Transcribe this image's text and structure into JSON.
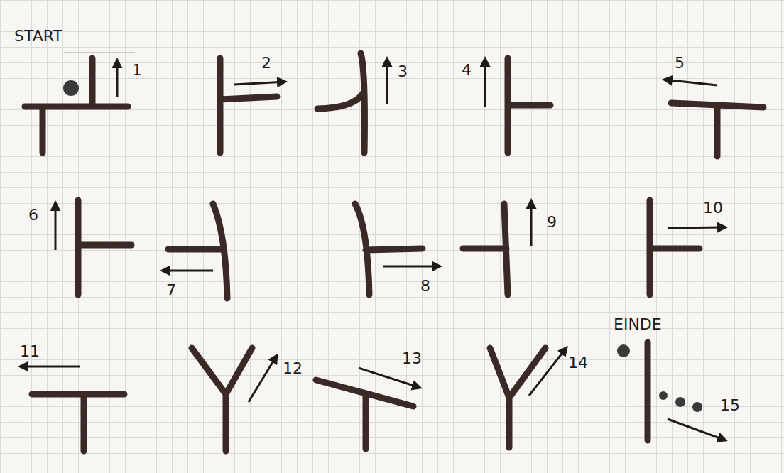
{
  "diagram": {
    "labels": [
      "START",
      "1",
      "2",
      "3",
      "4",
      "5",
      "6",
      "7",
      "8",
      "9",
      "10",
      "11",
      "12",
      "13",
      "14",
      "EINDE",
      "15"
    ]
  }
}
